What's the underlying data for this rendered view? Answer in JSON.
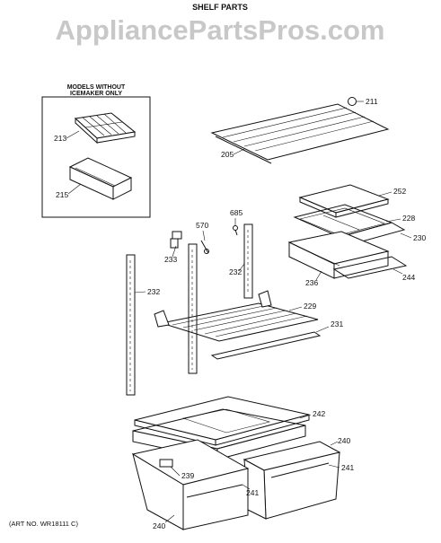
{
  "header": {
    "title": "SHELF PARTS",
    "watermark": "AppliancePartsPros.com"
  },
  "inset": {
    "title_line1": "MODELS WITHOUT",
    "title_line2": "ICEMAKER ONLY"
  },
  "labels": {
    "p211": "211",
    "p213": "213",
    "p215": "215",
    "p205": "205",
    "p252": "252",
    "p228": "228",
    "p230": "230",
    "p244": "244",
    "p236": "236",
    "p685": "685",
    "p570": "570",
    "p233": "233",
    "p232a": "232",
    "p232b": "232",
    "p229": "229",
    "p231": "231",
    "p242": "242",
    "p240a": "240",
    "p241a": "241",
    "p239": "239",
    "p241b": "241",
    "p240b": "240"
  },
  "footer": {
    "art_no": "(ART NO. WR18111 C)"
  }
}
